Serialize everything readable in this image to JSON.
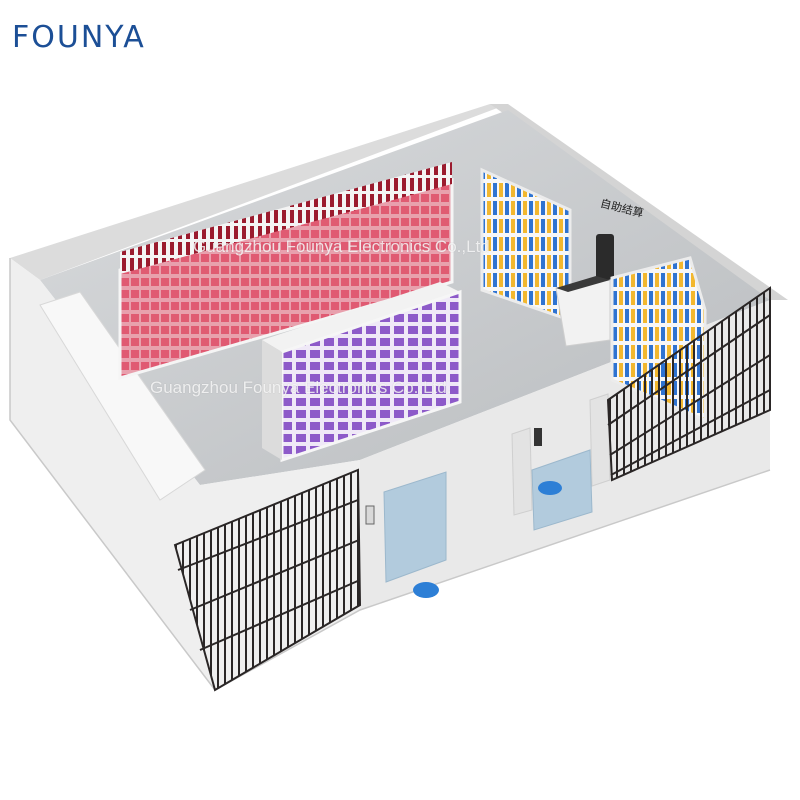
{
  "brand": {
    "logo_text": "FOUNYA",
    "logo_color": "#1c4f96"
  },
  "watermarks": [
    "Guangzhou Founya Electronics Co.,Ltd.",
    "Guangzhou Founya Electronics Co.,Ltd."
  ],
  "wall_sign": "自助结算",
  "colors": {
    "wall": "#e6e6e6",
    "floor": "#cfd2d4",
    "shelf_red": "#e05a72",
    "shelf_purple": "#8d5ac9",
    "glass_door": "#a9c6dc",
    "grille": "#2a2626",
    "floor_marker": "#2d7fd6"
  }
}
